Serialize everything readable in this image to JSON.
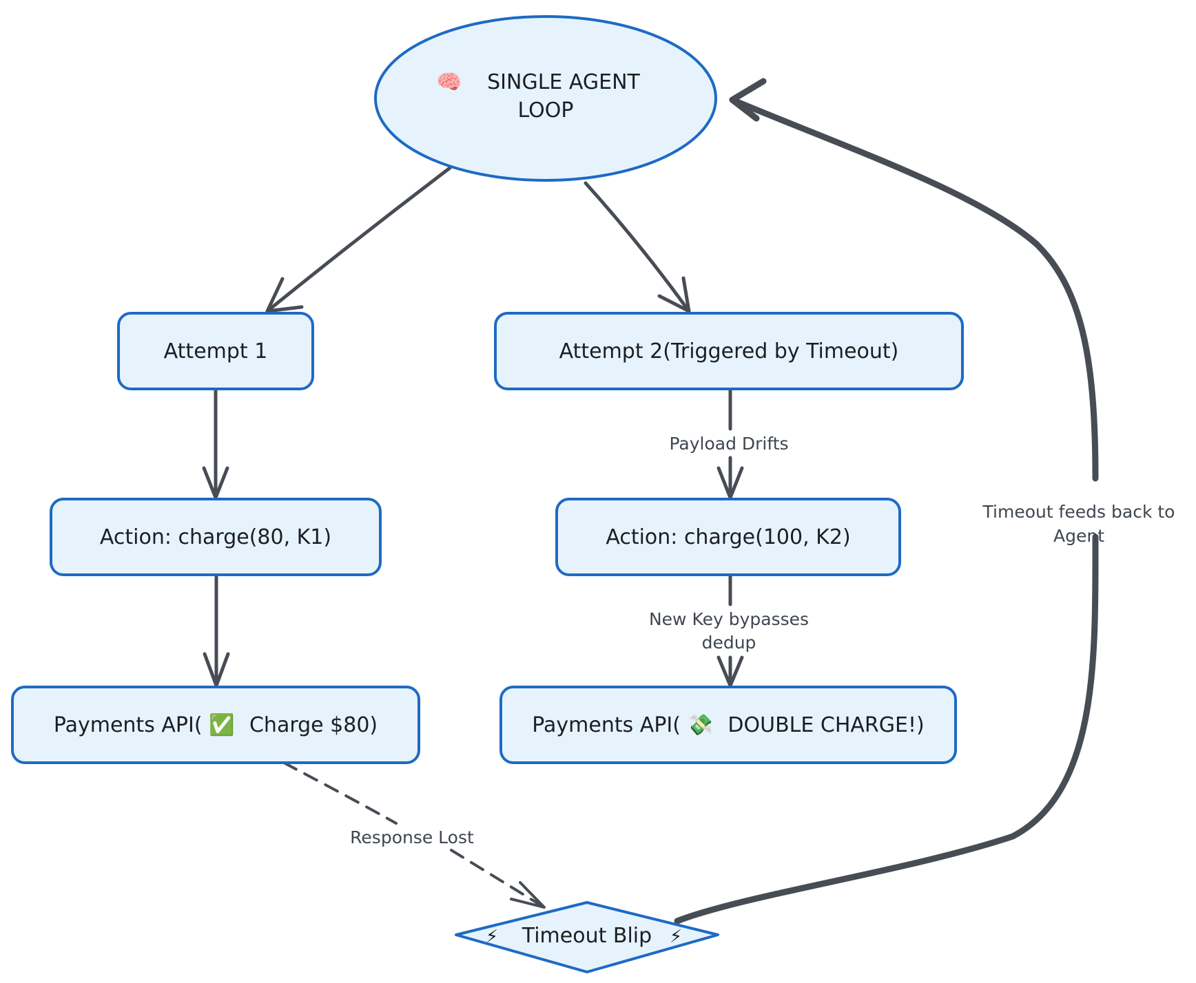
{
  "nodes": {
    "agent_loop": {
      "icon": "brain-icon",
      "icon_glyph": "🧠",
      "line1": "SINGLE AGENT",
      "line2": "LOOP"
    },
    "attempt1": {
      "label": "Attempt 1"
    },
    "attempt2": {
      "label": "Attempt 2(Triggered by Timeout)"
    },
    "action1": {
      "label": "Action: charge(80, K1)"
    },
    "action2": {
      "label": "Action: charge(100, K2)"
    },
    "payments1": {
      "prefix": "Payments API(",
      "icon": "check-mark-icon",
      "icon_glyph": "✅",
      "suffix": "Charge $80)"
    },
    "payments2": {
      "prefix": "Payments API(",
      "icon": "money-with-wings-icon",
      "icon_glyph": "💸",
      "suffix": "DOUBLE CHARGE!)"
    },
    "timeout": {
      "icon": "lightning-icon",
      "icon_glyph": "⚡",
      "label": "Timeout Blip"
    }
  },
  "edges": {
    "payload_drifts": "Payload Drifts",
    "new_key_line1": "New Key bypasses",
    "new_key_line2": "dedup",
    "response_lost": "Response Lost",
    "timeout_feedback_line1": "Timeout feeds back to",
    "timeout_feedback_line2": "Agent"
  },
  "colors": {
    "node_fill": "#e6f3fd",
    "node_stroke": "#1e6ac4",
    "edge_stroke": "#474c55",
    "text": "#1b1e22",
    "edge_text": "#3f4650"
  }
}
